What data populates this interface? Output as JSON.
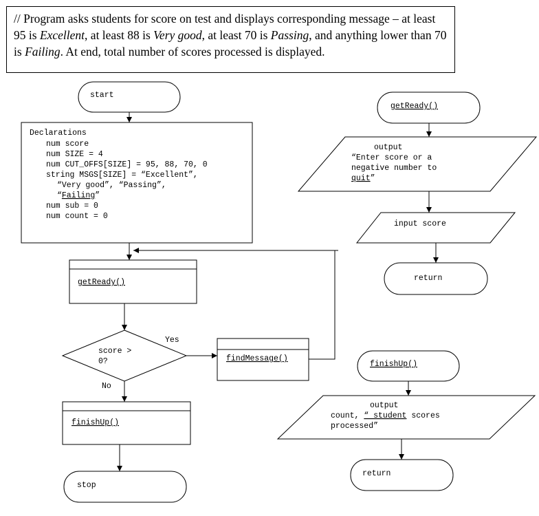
{
  "comment": {
    "part1": "// Program asks students for score on test and displays corresponding message – at least 95 is ",
    "excellent": "Excellent",
    "part2": ", at least 88 is ",
    "very_good": "Very good",
    "part3": ", at least 70 is ",
    "passing": "Passing",
    "part4": ", and anything lower than 70 is ",
    "failing": "Failing",
    "part5": ". At end, total number of scores processed is displayed."
  },
  "main": {
    "start": "start",
    "declarations": {
      "heading": "Declarations",
      "line1": "num score",
      "line2": "num SIZE = 4",
      "line3": "num CUT_OFFS[SIZE] = 95, 88, 70, 0",
      "line4": "string MSGS[SIZE] = “Excellent”,",
      "line5": "“Very good”, “Passing”,",
      "line6_open": "“",
      "line6_word": "Failing",
      "line6_close": "”",
      "line7": "num sub = 0",
      "line8": "num count = 0"
    },
    "get_ready_call": "getReady()",
    "decision_line1": "score >",
    "decision_line2": "0?",
    "yes_label": "Yes",
    "no_label": "No",
    "find_message_call": "findMessage()",
    "finish_up_call": "finishUp()",
    "stop": "stop"
  },
  "get_ready_module": {
    "header": "getReady()",
    "output_line1": "output",
    "output_line2": "“Enter score or a",
    "output_line3": "negative number to",
    "output_line4_word": "quit",
    "output_line4_close": "”",
    "input": "input score",
    "return": "return"
  },
  "finish_up_module": {
    "header": "finishUp()",
    "output_line1": "output",
    "output_line2_pre": "count, ",
    "output_line2_quote": "“ student",
    "output_line2_post": " scores",
    "output_line3": "processed”",
    "return": "return"
  }
}
